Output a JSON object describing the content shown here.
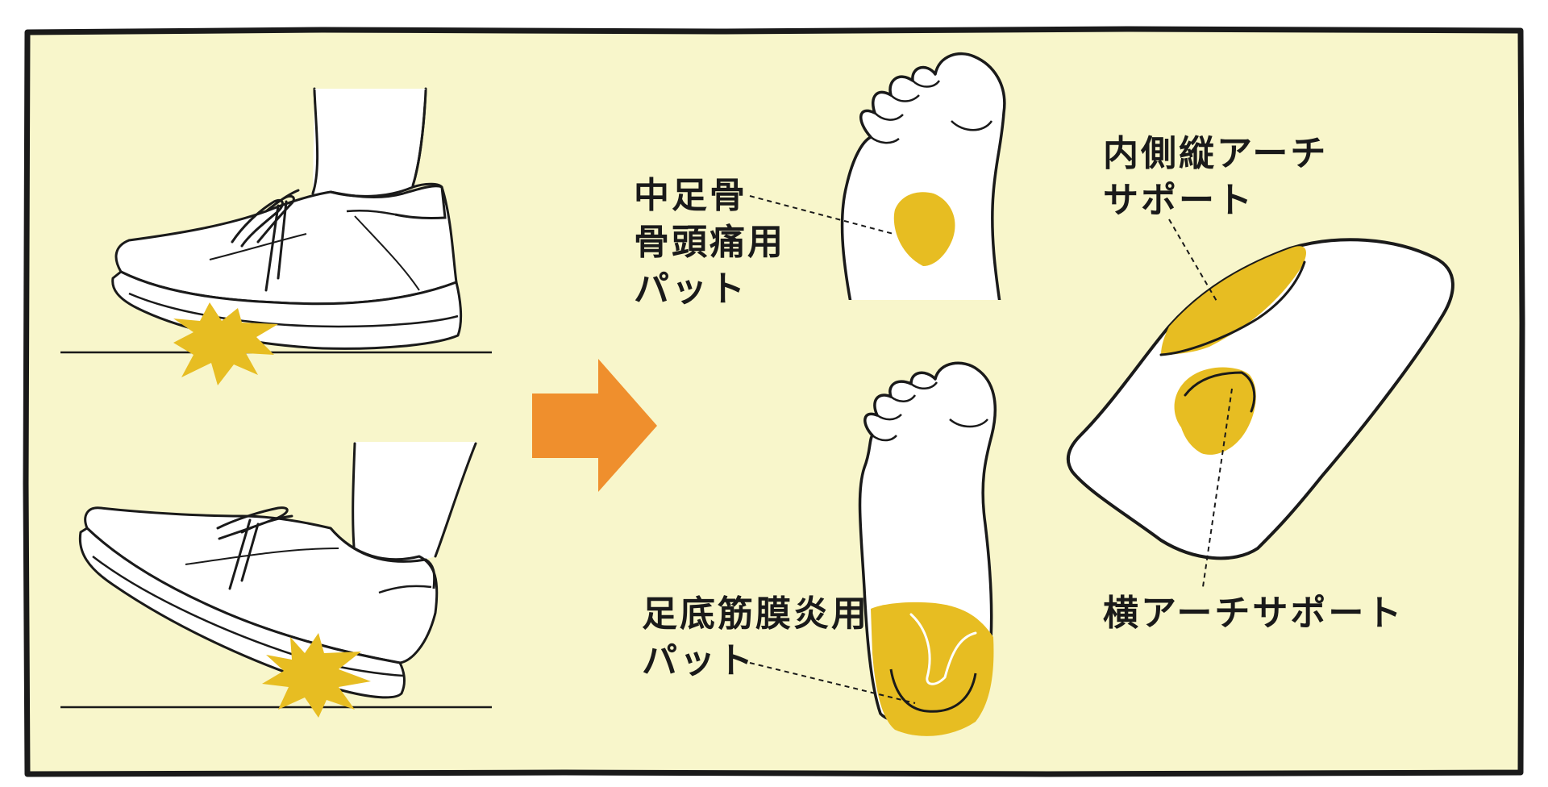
{
  "labels": {
    "metatarsal_pad": {
      "lines": [
        "中足骨",
        "骨頭痛用",
        "パット"
      ]
    },
    "medial_arch": {
      "lines": [
        "内側縦アーチ",
        "サポート"
      ]
    },
    "plantar_pad": {
      "lines": [
        "足底筋膜炎用",
        "パット"
      ]
    },
    "transverse_arch": {
      "lines": [
        "横アーチサポート"
      ]
    }
  },
  "icons": {
    "arrow": "right-arrow-icon",
    "impact": "impact-burst-icon"
  },
  "colors": {
    "background": "#f8f6cb",
    "frame": "#1a1a1a",
    "pad_yellow": "#e7bd22",
    "arrow_orange": "#ef8f2d",
    "line": "#1a1a1a"
  }
}
